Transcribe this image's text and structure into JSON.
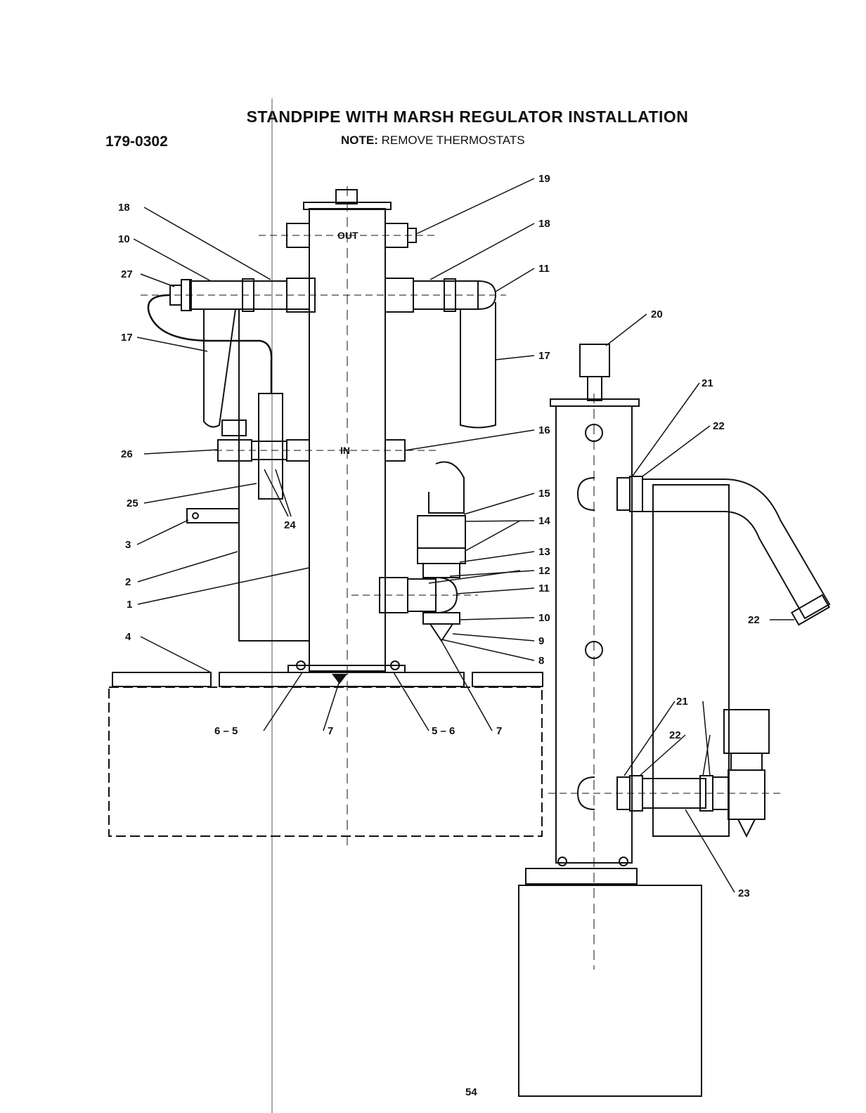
{
  "header": {
    "title": "STANDPIPE WITH MARSH REGULATOR INSTALLATION",
    "doc_number": "179-0302",
    "note_label": "NOTE:",
    "note_text": "REMOVE THERMOSTATS"
  },
  "diagram": {
    "inner_labels": [
      "OUT",
      "IN"
    ],
    "callouts_left": [
      "18",
      "10",
      "27",
      "17",
      "26",
      "25",
      "24",
      "3",
      "2",
      "1",
      "4"
    ],
    "callouts_right": [
      "19",
      "18",
      "11",
      "17",
      "16",
      "15",
      "14",
      "13",
      "12",
      "11",
      "10",
      "9",
      "8"
    ],
    "callouts_bottom": [
      "6 – 5",
      "7",
      "5 – 6",
      "7"
    ],
    "callouts_side_view": [
      "20",
      "21",
      "22",
      "22",
      "21",
      "22",
      "23"
    ]
  },
  "footer": {
    "page_number": "54"
  }
}
